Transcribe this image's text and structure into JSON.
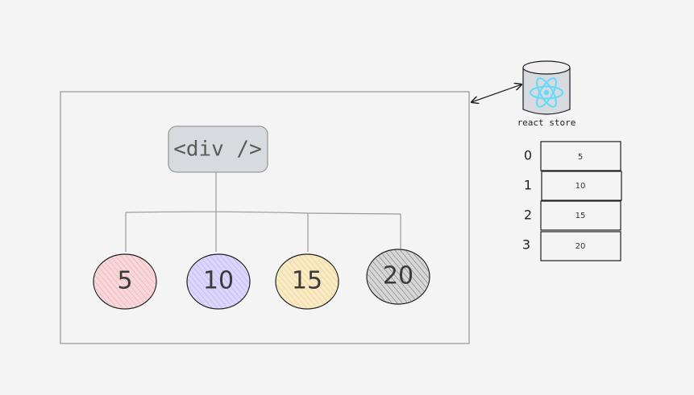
{
  "root_element": {
    "label": "<div />"
  },
  "children": [
    {
      "value": "5",
      "fill": "#f8d7da",
      "hatch": "#e7a4ab"
    },
    {
      "value": "10",
      "fill": "#ddd6fb",
      "hatch": "#b6a7f0"
    },
    {
      "value": "15",
      "fill": "#f9eac3",
      "hatch": "#e4c98a"
    },
    {
      "value": "20",
      "fill": "#d6d6d6",
      "hatch": "#6e6e6e"
    }
  ],
  "store": {
    "caption": "react store",
    "icon": "react-atom-icon",
    "icon_color": "#61dafb"
  },
  "array": [
    {
      "index": "0",
      "value": "5"
    },
    {
      "index": "1",
      "value": "10"
    },
    {
      "index": "2",
      "value": "15"
    },
    {
      "index": "3",
      "value": "20"
    }
  ],
  "colors": {
    "background": "#f4f4f4",
    "stroke": "#1e1e1e",
    "frame_stroke": "#9a9a9a",
    "div_box_fill": "#d7dadf"
  }
}
